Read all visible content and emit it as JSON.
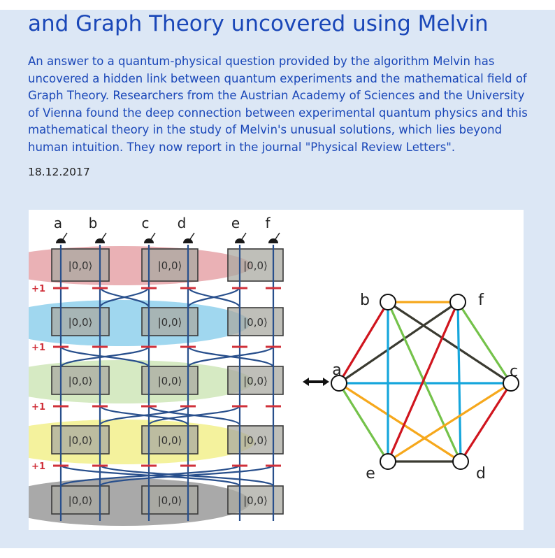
{
  "article": {
    "title": "and Graph Theory uncovered using Melvin",
    "abstract": "An answer to a quantum-physical question provided by the algorithm Melvin has uncovered a hidden link between quantum experiments and the mathematical field of Graph Theory. Researchers from the Austrian Academy of Sciences and the University of Vienna found the deep connection between experimental quantum physics and this mathematical theory in the study of Melvin's unusual solutions, which lies beyond human intuition. They now report in the journal \"Physical Review Letters\".",
    "date": "18.12.2017"
  },
  "figure": {
    "detector_labels": [
      "a",
      "b",
      "c",
      "d",
      "e",
      "f"
    ],
    "crystal_state": "|0,0⟩",
    "phase_label": "+1",
    "graph_vertices": [
      "a",
      "b",
      "c",
      "d",
      "e",
      "f"
    ],
    "colors": {
      "row_colors": [
        "#e6a3a8",
        "#8fd0ec",
        "#cfe6b8",
        "#f2f08c",
        "#9a9a9a"
      ],
      "edge_red": "#d0151e",
      "edge_blue": "#16a6dc",
      "edge_green": "#74c24a",
      "edge_orange": "#f6a81c",
      "edge_dark": "#3a3a30",
      "path_blue": "#284f8c",
      "marker_red": "#d0303a",
      "text_blue": "#1a47b8"
    }
  }
}
